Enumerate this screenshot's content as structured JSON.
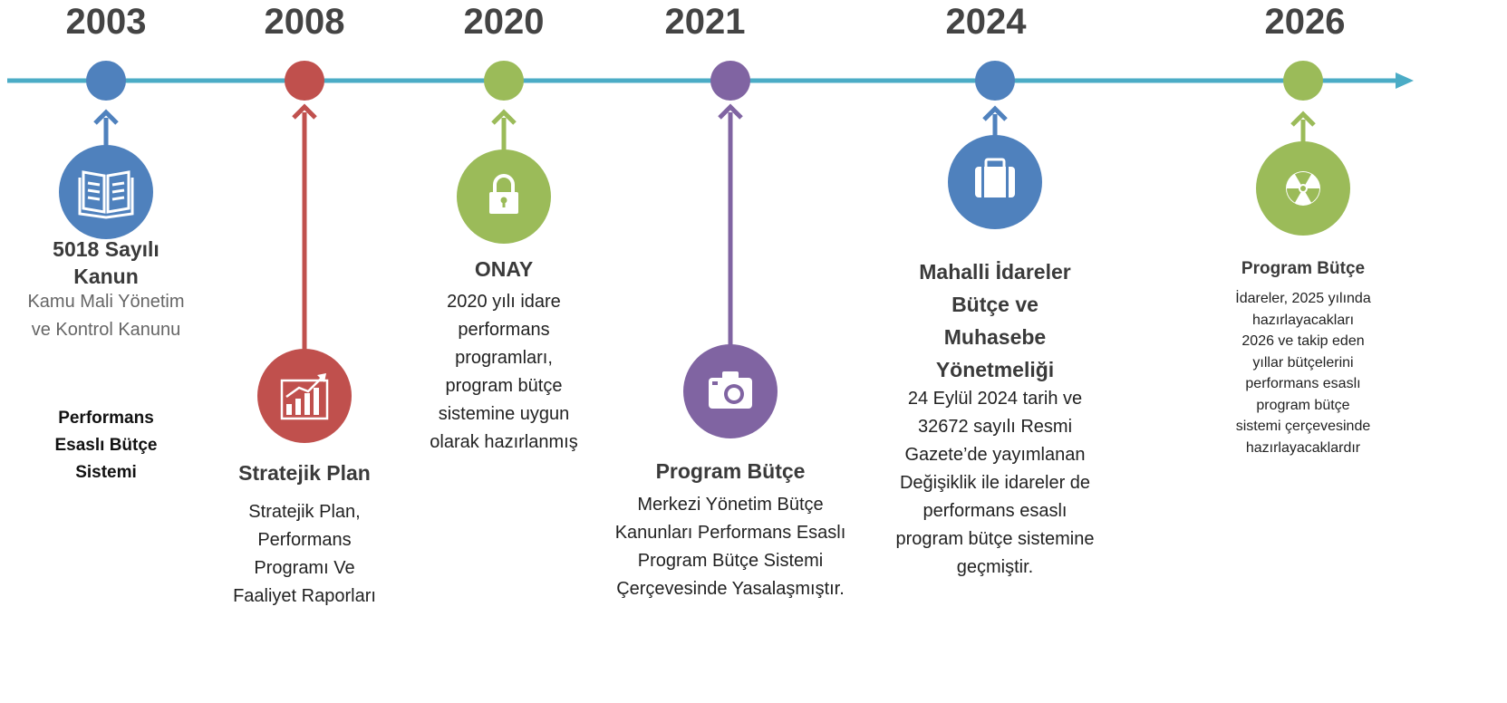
{
  "colors": {
    "axis": "#4bacc6",
    "blue": "#4f81bd",
    "red": "#c0504d",
    "green": "#9bbb59",
    "purple": "#8064a2"
  },
  "events": [
    {
      "year": "2003",
      "color": "blue",
      "icon": "book-icon",
      "title": "5018 Sayılı Kanun",
      "description": "Kamu Mali Yönetim ve Kontrol Kanunu",
      "extra": "Performans Esaslı Bütçe Sistemi"
    },
    {
      "year": "2008",
      "color": "red",
      "icon": "bar-chart-icon",
      "title": "Stratejik Plan",
      "description": "Stratejik Plan, Performans Programı Ve Faaliyet Raporları"
    },
    {
      "year": "2020",
      "color": "green",
      "icon": "lock-icon",
      "title": "ONAY",
      "description": "2020 yılı idare performans programları, program bütçe sistemine uygun olarak hazırlanmış"
    },
    {
      "year": "2021",
      "color": "purple",
      "icon": "camera-icon",
      "title": "Program Bütçe",
      "description": "Merkezi Yönetim Bütçe Kanunları Performans Esaslı Program Bütçe Sistemi Çerçevesinde Yasalaşmıştır."
    },
    {
      "year": "2024",
      "color": "blue",
      "icon": "briefcase-icon",
      "title": "Mahalli İdareler Bütçe ve Muhasebe Yönetmeliği",
      "description": "24 Eylül 2024 tarih ve 32672 sayılı Resmi Gazete’de yayımlanan Değişiklik ile idareler de performans esaslı program bütçe sistemine geçmiştir."
    },
    {
      "year": "2026",
      "color": "green",
      "icon": "radiation-icon",
      "title": "Program Bütçe",
      "description": "İdareler, 2025 yılında hazırlayacakları 2026 ve takip eden yıllar bütçelerini performans esaslı program bütçe sistemi çerçevesinde hazırlayacaklardır"
    }
  ]
}
